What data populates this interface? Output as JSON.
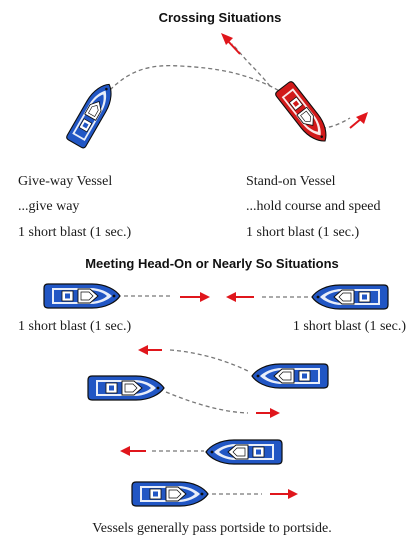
{
  "titles": {
    "crossing": "Crossing Situations",
    "meeting": "Meeting Head-On or Nearly So Situations"
  },
  "crossing": {
    "give_way": {
      "name": "Give-way Vessel",
      "action": "...give way",
      "signal": "1 short blast (1 sec.)"
    },
    "stand_on": {
      "name": "Stand-on Vessel",
      "action": "...hold course and speed",
      "signal": "1 short blast (1 sec.)"
    }
  },
  "meeting": {
    "left_signal": "1 short blast (1 sec.)",
    "right_signal": "1 short blast (1 sec.)"
  },
  "footer": {
    "caption": "Vessels generally pass portside to portside."
  },
  "colors": {
    "give_way_hull": "#2156c4",
    "stand_on_hull": "#d11a1a",
    "arrow": "#e0161c",
    "path": "#777777"
  },
  "icons": {
    "boat": "boat-top-view-icon",
    "arrow": "red-direction-arrow-icon"
  }
}
